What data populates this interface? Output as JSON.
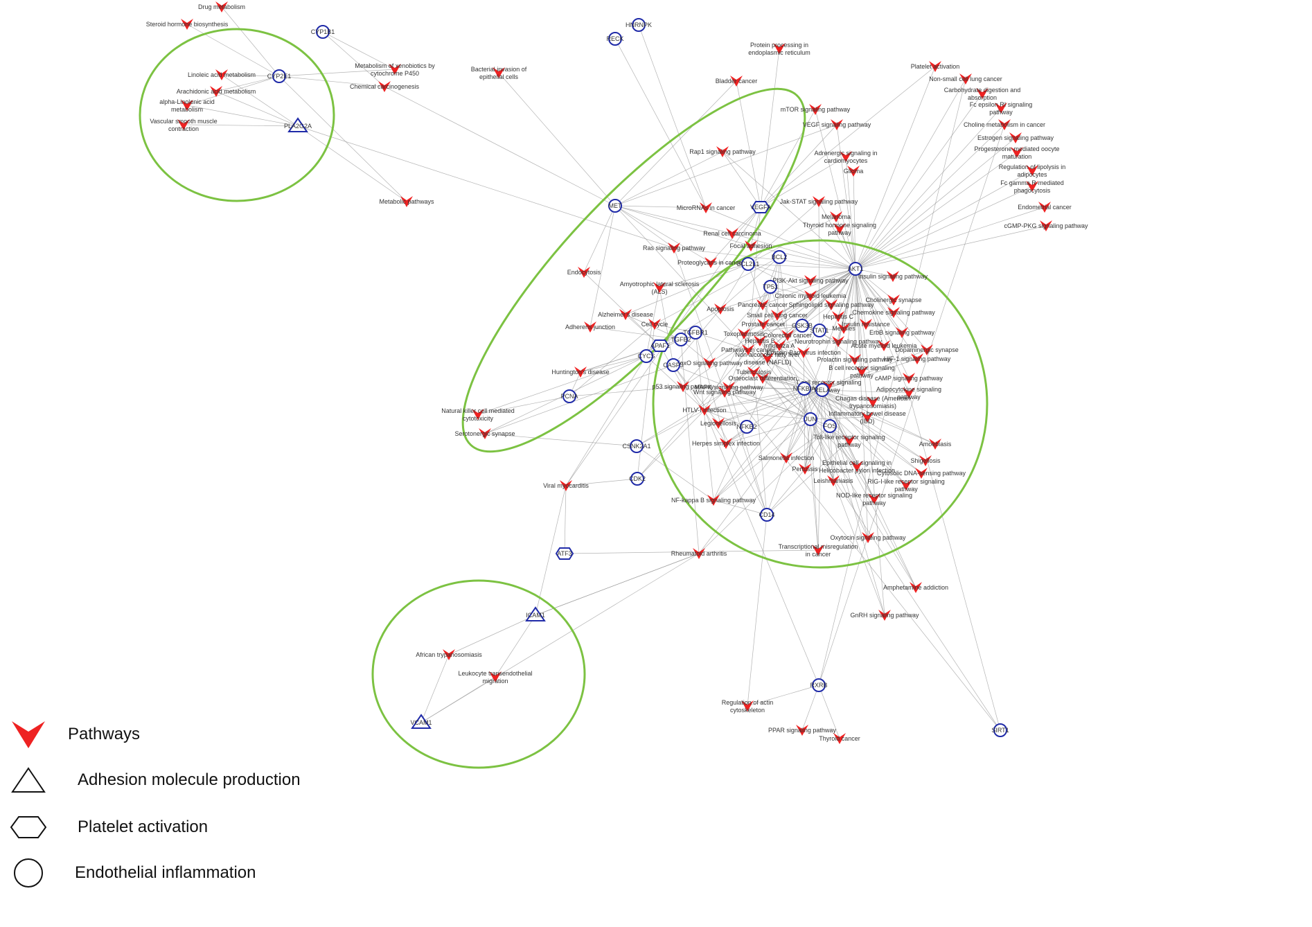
{
  "legend": {
    "pathways": "Pathways",
    "adhesion": "Adhesion molecule production",
    "platelet": "Platelet activation",
    "endothelial": "Endothelial inflammation"
  },
  "colors": {
    "pathway": "#ee2222",
    "gene": "#1f2aa8",
    "cluster": "#7cc242",
    "edge": "#9a9a9a"
  },
  "genes": [
    {
      "id": "CYP1B1",
      "shape": "circle"
    },
    {
      "id": "CYP2E1",
      "shape": "circle"
    },
    {
      "id": "PLA2G2A",
      "shape": "triangle"
    },
    {
      "id": "HNRNPK",
      "shape": "circle"
    },
    {
      "id": "RECK",
      "shape": "circle"
    },
    {
      "id": "MET",
      "shape": "circle"
    },
    {
      "id": "VEGFA",
      "shape": "hexagon"
    },
    {
      "id": "BCL2L1",
      "shape": "circle"
    },
    {
      "id": "BCL2",
      "shape": "circle"
    },
    {
      "id": "TP53",
      "shape": "circle"
    },
    {
      "id": "AKT1",
      "shape": "circle"
    },
    {
      "id": "GSK3B",
      "shape": "circle"
    },
    {
      "id": "STAT1",
      "shape": "circle"
    },
    {
      "id": "TGFBR1",
      "shape": "circle"
    },
    {
      "id": "TGFB2",
      "shape": "circle"
    },
    {
      "id": "APAF1",
      "shape": "hexagon"
    },
    {
      "id": "CYCS",
      "shape": "circle"
    },
    {
      "id": "CASP3",
      "shape": "circle"
    },
    {
      "id": "PCNA",
      "shape": "circle"
    },
    {
      "id": "NFKBIA",
      "shape": "circle"
    },
    {
      "id": "RELA",
      "shape": "circle"
    },
    {
      "id": "JUN",
      "shape": "circle"
    },
    {
      "id": "FOS",
      "shape": "circle"
    },
    {
      "id": "NFKB2",
      "shape": "circle"
    },
    {
      "id": "CSNK2A1",
      "shape": "circle"
    },
    {
      "id": "CDK2",
      "shape": "circle"
    },
    {
      "id": "CD14",
      "shape": "circle"
    },
    {
      "id": "ATF3",
      "shape": "hexagon"
    },
    {
      "id": "ICAM1",
      "shape": "triangle"
    },
    {
      "id": "VCAM1",
      "shape": "triangle"
    },
    {
      "id": "RXRB",
      "shape": "circle"
    },
    {
      "id": "SIRT1",
      "shape": "circle"
    }
  ],
  "pathways": [
    {
      "id": "p1",
      "label": "Drug metabolism"
    },
    {
      "id": "p2",
      "label": "Steroid hormone biosynthesis"
    },
    {
      "id": "p3",
      "label": "Linoleic acid metabolism"
    },
    {
      "id": "p4",
      "label": "Arachidonic acid metabolism"
    },
    {
      "id": "p5",
      "label": "alpha-Linolenic acid metabolism"
    },
    {
      "id": "p6",
      "label": "Vascular smooth muscle contraction"
    },
    {
      "id": "p7",
      "label": "Metabolism of xenobiotics by cytochrome P450"
    },
    {
      "id": "p8",
      "label": "Chemical carcinogenesis"
    },
    {
      "id": "p9",
      "label": "Metabolic pathways"
    },
    {
      "id": "p10",
      "label": "Bacterial invasion of epithelial cells"
    },
    {
      "id": "p11",
      "label": "Protein processing in endoplasmic reticulum"
    },
    {
      "id": "p12",
      "label": "Bladder cancer"
    },
    {
      "id": "p13",
      "label": "mTOR signaling pathway"
    },
    {
      "id": "p14",
      "label": "VEGF signaling pathway"
    },
    {
      "id": "p15",
      "label": "Rap1 signaling pathway"
    },
    {
      "id": "p16",
      "label": "Adrenergic signaling in cardiomyocytes"
    },
    {
      "id": "p17",
      "label": "Glioma"
    },
    {
      "id": "p18",
      "label": "MicroRNAs in cancer"
    },
    {
      "id": "p19",
      "label": "Jak-STAT signaling pathway"
    },
    {
      "id": "p20",
      "label": "Melanoma"
    },
    {
      "id": "p21",
      "label": "Thyroid hormone signaling pathway"
    },
    {
      "id": "p22",
      "label": "Renal cell carcinoma"
    },
    {
      "id": "p23",
      "label": "Focal adhesion"
    },
    {
      "id": "p24",
      "label": "Ras signaling pathway"
    },
    {
      "id": "p25",
      "label": "Proteoglycans in cancer"
    },
    {
      "id": "p26",
      "label": "Endocytosis"
    },
    {
      "id": "p27",
      "label": "Amyotrophic lateral sclerosis (ALS)"
    },
    {
      "id": "p28",
      "label": "Alzheimer's disease"
    },
    {
      "id": "p29",
      "label": "Cell cycle"
    },
    {
      "id": "p30",
      "label": "Adherens junction"
    },
    {
      "id": "p31",
      "label": "Huntington's disease"
    },
    {
      "id": "p32",
      "label": "Natural killer cell mediated cytotoxicity"
    },
    {
      "id": "p33",
      "label": "Serotonergic synapse"
    },
    {
      "id": "p34",
      "label": "Viral myocarditis"
    },
    {
      "id": "p35",
      "label": "Apoptosis"
    },
    {
      "id": "p36",
      "label": "Pancreatic cancer"
    },
    {
      "id": "p37",
      "label": "PI3K-Akt signaling pathway"
    },
    {
      "id": "p38",
      "label": "Chronic myeloid leukemia"
    },
    {
      "id": "p39",
      "label": "Sphingolipid signaling pathway"
    },
    {
      "id": "p40",
      "label": "Small cell lung cancer"
    },
    {
      "id": "p41",
      "label": "Prostate cancer"
    },
    {
      "id": "p42",
      "label": "Toxoplasmosis"
    },
    {
      "id": "p43",
      "label": "Hepatitis B"
    },
    {
      "id": "p44",
      "label": "Colorectal cancer"
    },
    {
      "id": "p45",
      "label": "Influenza A"
    },
    {
      "id": "p46",
      "label": "Pathways in cancer"
    },
    {
      "id": "p47",
      "label": "Epstein-Barr virus infection"
    },
    {
      "id": "p48",
      "label": "Non-alcoholic fatty liver disease (NAFLD)"
    },
    {
      "id": "p49",
      "label": "FoxO signaling pathway"
    },
    {
      "id": "p50",
      "label": "Tuberculosis"
    },
    {
      "id": "p51",
      "label": "T cell receptor signaling pathway"
    },
    {
      "id": "p52",
      "label": "Osteoclast differentiation"
    },
    {
      "id": "p53",
      "label": "p53 signaling pathway"
    },
    {
      "id": "p54",
      "label": "MAPK signaling pathway"
    },
    {
      "id": "p55",
      "label": "Wnt signaling pathway"
    },
    {
      "id": "p56",
      "label": "HTLV-I infection"
    },
    {
      "id": "p57",
      "label": "Legionellosis"
    },
    {
      "id": "p58",
      "label": "Herpes simplex infection"
    },
    {
      "id": "p59",
      "label": "NF-kappa B signaling pathway"
    },
    {
      "id": "p60",
      "label": "Rheumatoid arthritis"
    },
    {
      "id": "p61",
      "label": "Salmonella infection"
    },
    {
      "id": "p62",
      "label": "Pertussis"
    },
    {
      "id": "p63",
      "label": "Leishmaniasis"
    },
    {
      "id": "p64",
      "label": "Transcriptional misregulation in cancer"
    },
    {
      "id": "p65",
      "label": "Platelet activation"
    },
    {
      "id": "p66",
      "label": "Non-small cell lung cancer"
    },
    {
      "id": "p67",
      "label": "Carbohydrate digestion and absorption"
    },
    {
      "id": "p68",
      "label": "Fc epsilon RI signaling pathway"
    },
    {
      "id": "p69",
      "label": "Choline metabolism in cancer"
    },
    {
      "id": "p70",
      "label": "Estrogen signaling pathway"
    },
    {
      "id": "p71",
      "label": "Progesterone-mediated oocyte maturation"
    },
    {
      "id": "p72",
      "label": "Regulation of lipolysis in adipocytes"
    },
    {
      "id": "p73",
      "label": "Fc gamma R-mediated phagocytosis"
    },
    {
      "id": "p74",
      "label": "Endometrial cancer"
    },
    {
      "id": "p75",
      "label": "cGMP-PKG signaling pathway"
    },
    {
      "id": "p76",
      "label": "Insulin signaling pathway"
    },
    {
      "id": "p77",
      "label": "Cholinergic synapse"
    },
    {
      "id": "p78",
      "label": "Chemokine signaling pathway"
    },
    {
      "id": "p79",
      "label": "Hepatitis C"
    },
    {
      "id": "p80",
      "label": "Insulin resistance"
    },
    {
      "id": "p81",
      "label": "Measles"
    },
    {
      "id": "p82",
      "label": "ErbB signaling pathway"
    },
    {
      "id": "p83",
      "label": "Neurotrophin signaling pathway"
    },
    {
      "id": "p84",
      "label": "Acute myeloid leukemia"
    },
    {
      "id": "p85",
      "label": "Dopaminergic synapse"
    },
    {
      "id": "p86",
      "label": "HIF-1 signaling pathway"
    },
    {
      "id": "p87",
      "label": "Prolactin signaling pathway"
    },
    {
      "id": "p88",
      "label": "B cell receptor signaling pathway"
    },
    {
      "id": "p89",
      "label": "cAMP signaling pathway"
    },
    {
      "id": "p90",
      "label": "Adipocytokine signaling pathway"
    },
    {
      "id": "p91",
      "label": "Chagas disease (American trypanosomiasis)"
    },
    {
      "id": "p92",
      "label": "Inflammatory bowel disease (IBD)"
    },
    {
      "id": "p93",
      "label": "Toll-like receptor signaling pathway"
    },
    {
      "id": "p94",
      "label": "Amoebiasis"
    },
    {
      "id": "p95",
      "label": "Shigellosis"
    },
    {
      "id": "p96",
      "label": "Epithelial cell signaling in Helicobacter pylori infection"
    },
    {
      "id": "p97",
      "label": "Cytosolic DNA-sensing pathway"
    },
    {
      "id": "p98",
      "label": "RIG-I-like receptor signaling pathway"
    },
    {
      "id": "p99",
      "label": "NOD-like receptor signaling pathway"
    },
    {
      "id": "p100",
      "label": "Oxytocin signaling pathway"
    },
    {
      "id": "p101",
      "label": "Amphetamine addiction"
    },
    {
      "id": "p102",
      "label": "GnRH signaling pathway"
    },
    {
      "id": "p103",
      "label": "African trypanosomiasis"
    },
    {
      "id": "p104",
      "label": "Leukocyte transendothelial migration"
    },
    {
      "id": "p105",
      "label": "Regulation of actin cytoskeleton"
    },
    {
      "id": "p106",
      "label": "PPAR signaling pathway"
    },
    {
      "id": "p107",
      "label": "Thyroid cancer"
    }
  ]
}
